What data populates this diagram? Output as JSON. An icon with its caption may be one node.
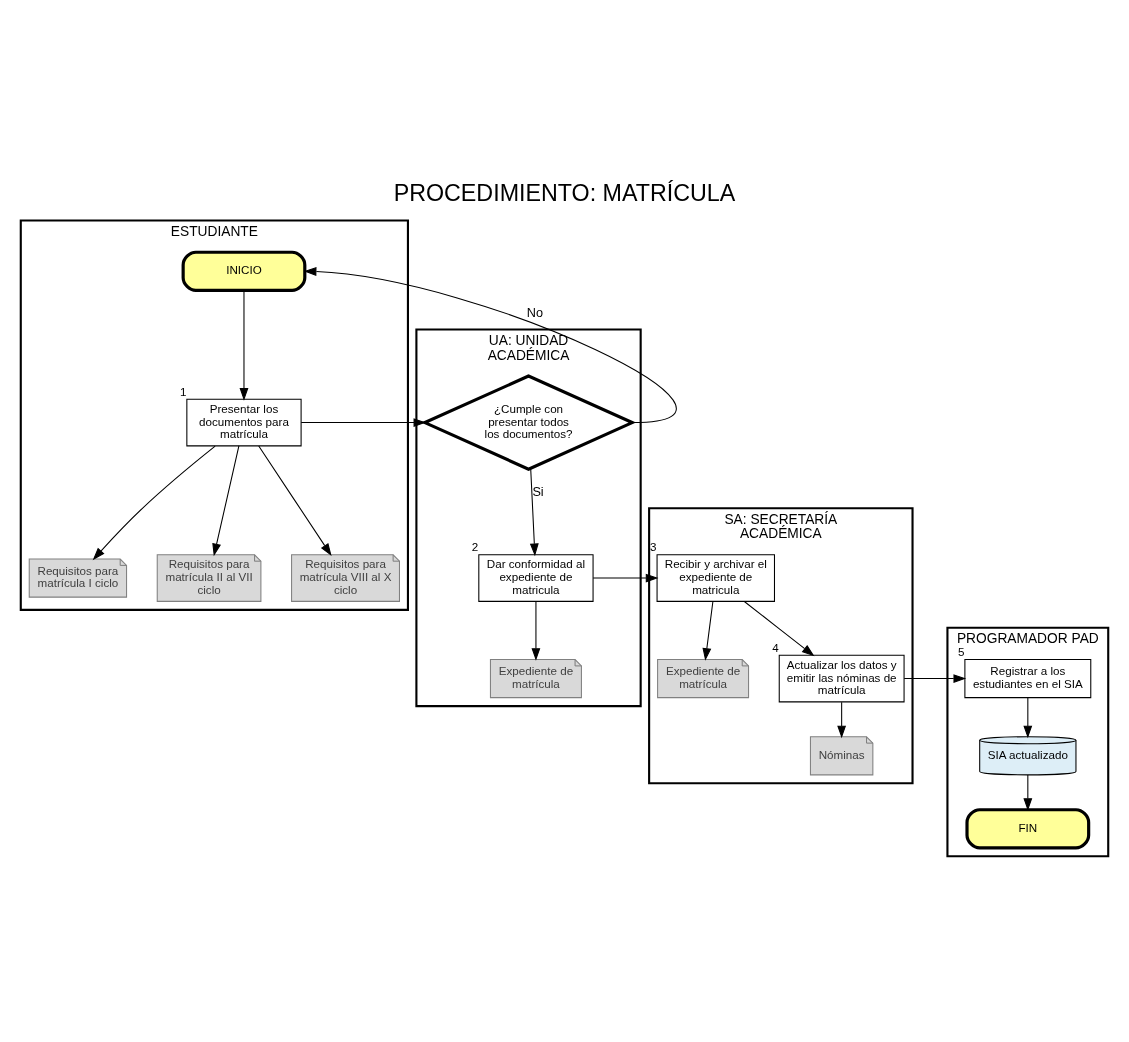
{
  "diagram": {
    "title": "PROCEDIMIENTO: MATRÍCULA",
    "nodes": [
      {
        "text": [
          "ESTUDIANTE"
        ]
      },
      {
        "text": [
          "UA: UNIDAD ACADÉMICA"
        ]
      },
      {
        "text": [
          "SA: SECRETARÍA ACADÉMICA"
        ]
      },
      {
        "text": [
          "PROGRAMADOR PAD"
        ]
      },
      {
        "text": [
          "INICIO"
        ],
        "in": 0
      },
      {
        "text": [
          "Presentar los documentos para matrícula"
        ],
        "in": 0,
        "beside": [
          "1"
        ]
      },
      {
        "text": [
          "Requisitos para matrícula I ciclo"
        ],
        "in": 0
      },
      {
        "text": [
          "Requisitos para matrícula II al VII ciclo"
        ],
        "in": 0
      },
      {
        "text": [
          "Requisitos para matrícula VIII al X ciclo"
        ],
        "in": 0
      },
      {
        "text": [
          "¿Cumple con presentar todos los documentos?"
        ],
        "in": 1
      },
      {
        "text": [
          "Dar conformidad al expediente de matricula"
        ],
        "in": 1,
        "beside": [
          "2"
        ]
      },
      {
        "text": [
          "Expediente de matrícula"
        ],
        "in": 1
      },
      {
        "text": [
          "Recibir y archivar el expediente de matricula"
        ],
        "in": 2,
        "beside": [
          "3"
        ]
      },
      {
        "text": [
          "Expediente de matrícula"
        ],
        "in": 2
      },
      {
        "text": [
          "Actualizar los datos y emitir las nóminas de matrícula"
        ],
        "in": 2,
        "beside": [
          "4"
        ]
      },
      {
        "text": [
          "Nóminas"
        ],
        "in": 2
      },
      {
        "text": [
          "Registrar a los estudiantes en el SIA"
        ],
        "in": 3,
        "beside": [
          "5"
        ]
      },
      {
        "text": [
          "SIA actualizado"
        ],
        "in": 3
      },
      {
        "text": [
          "FIN"
        ],
        "in": 3
      }
    ],
    "edges": [
      {
        "from": 4,
        "to": 5,
        "arrow": "to"
      },
      {
        "from": 5,
        "to": 9,
        "arrow": "to"
      },
      {
        "from": 9,
        "to": 4,
        "arrow": "to",
        "label": "No"
      },
      {
        "from": 9,
        "to": 10,
        "arrow": "to",
        "label": "Si"
      },
      {
        "from": 5,
        "to": 6,
        "arrow": "to"
      },
      {
        "from": 5,
        "to": 7,
        "arrow": "to"
      },
      {
        "from": 5,
        "to": 8,
        "arrow": "to"
      },
      {
        "from": 10,
        "to": 11,
        "arrow": "to"
      },
      {
        "from": 10,
        "to": 12,
        "arrow": "to"
      },
      {
        "from": 12,
        "to": 13,
        "arrow": "to"
      },
      {
        "from": 12,
        "to": 14,
        "arrow": "to"
      },
      {
        "from": 14,
        "to": 15,
        "arrow": "to"
      },
      {
        "from": 14,
        "to": 16,
        "arrow": "to"
      },
      {
        "from": 16,
        "to": 17,
        "arrow": "to"
      },
      {
        "from": 17,
        "to": 18,
        "arrow": "to"
      }
    ]
  }
}
